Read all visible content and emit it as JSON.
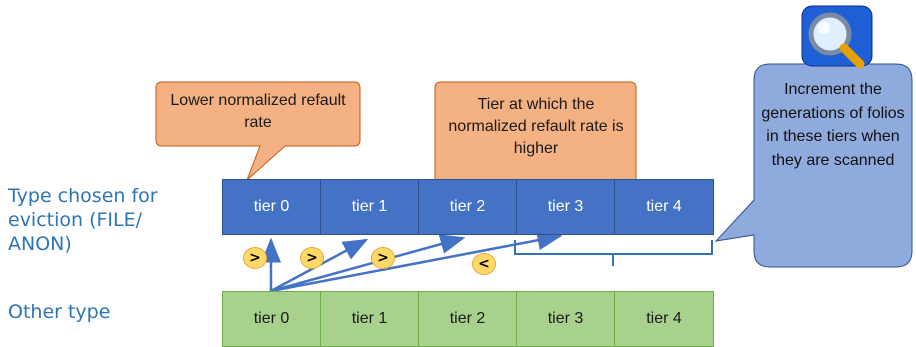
{
  "labels": {
    "chosen_type": "Type chosen for eviction (FILE/ ANON)",
    "other_type": "Other type"
  },
  "tiers_top": [
    "tier 0",
    "tier 1",
    "tier 2",
    "tier 3",
    "tier 4"
  ],
  "tiers_bottom": [
    "tier 0",
    "tier 1",
    "tier 2",
    "tier 3",
    "tier 4"
  ],
  "comparisons": [
    ">",
    ">",
    ">",
    "<"
  ],
  "callouts": {
    "lower_rate": "Lower normalized refault rate",
    "higher_tier": "Tier at which the normalized refault rate is higher",
    "increment": "Increment the generations of folios in these tiers when they are scanned"
  },
  "icon": "magnifier-icon",
  "colors": {
    "tier_blue": "#4472c4",
    "tier_green": "#a9d18e",
    "callout_orange": "#f4b183",
    "callout_blue": "#8faadc",
    "comparison_yellow": "#ffd966",
    "label_blue": "#2e75b6"
  }
}
